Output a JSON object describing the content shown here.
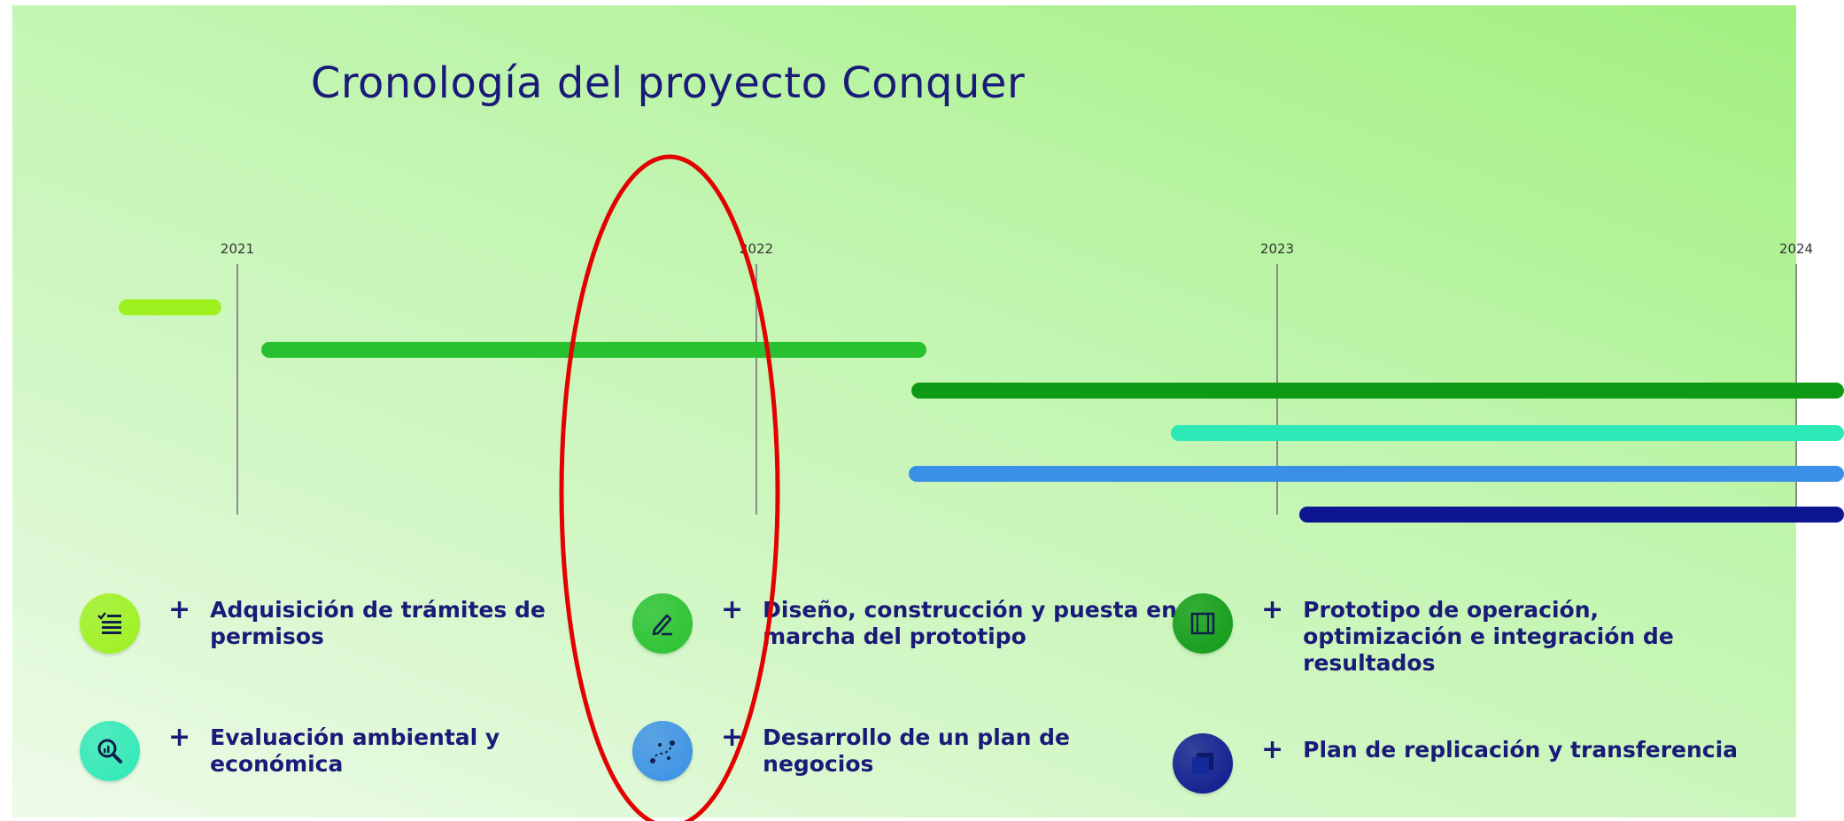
{
  "title": "Cronología del proyecto Conquer",
  "timeline": {
    "years": [
      "2021",
      "2022",
      "2023",
      "2024"
    ],
    "bars": [
      {
        "task": "Adquisición de trámites de permisos",
        "color": "#9ef01f"
      },
      {
        "task": "Diseño, construcción y puesta en marcha del prototipo",
        "color": "#27c12f"
      },
      {
        "task": "Prototipo de operación, optimización e integración de resultados",
        "color": "#0f9a16"
      },
      {
        "task": "Evaluación ambiental y económica",
        "color": "#2de8b7"
      },
      {
        "task": "Desarrollo de un plan de negocios",
        "color": "#3a8fe6"
      },
      {
        "task": "Plan de replicación y transferencia",
        "color": "#0d1690"
      }
    ]
  },
  "legend": {
    "marker": "+",
    "items": [
      {
        "label": "Adquisición de trámites de permisos",
        "icon": "checklist-icon",
        "color": "#9ef01f"
      },
      {
        "label": "Evaluación ambiental y económica",
        "icon": "magnifier-chart-icon",
        "color": "#2de8b7"
      },
      {
        "label": "Diseño, construcción y puesta en marcha del prototipo",
        "icon": "pencil-icon",
        "color": "#27c12f"
      },
      {
        "label": "Desarrollo de un plan de negocios",
        "icon": "path-icon",
        "color": "#3a8fe6"
      },
      {
        "label": "Prototipo de operación, optimización e integración de resultados",
        "icon": "frame-icon",
        "color": "#0f9a16"
      },
      {
        "label": "Plan de replicación y transferencia",
        "icon": "layers-icon",
        "color": "#0d1690"
      }
    ]
  },
  "annotation": {
    "shape": "ellipse",
    "color": "#e30000"
  }
}
